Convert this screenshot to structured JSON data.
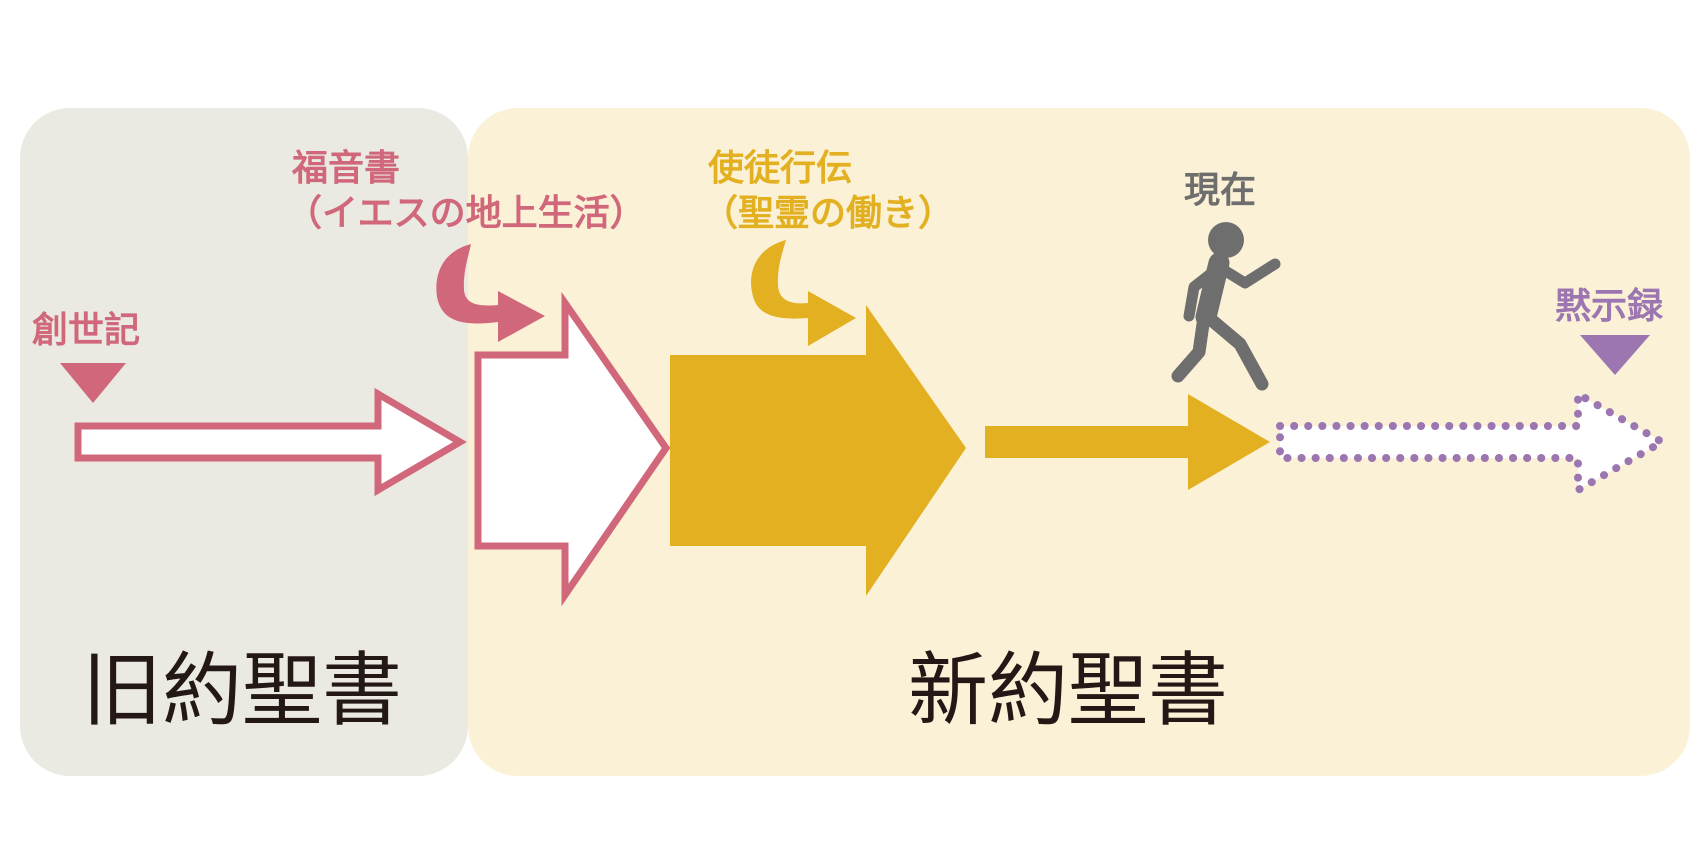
{
  "sections": {
    "old_testament": "旧約聖書",
    "new_testament": "新約聖書"
  },
  "labels": {
    "genesis": "創世記",
    "gospels_line1": "福音書",
    "gospels_line2": "（イエスの地上生活）",
    "acts_line1": "使徒行伝",
    "acts_line2": "（聖霊の働き）",
    "present": "現在",
    "revelation": "黙示録"
  },
  "icons": {
    "present_marker": "running-person-icon",
    "genesis_marker": "triangle-down-icon",
    "revelation_marker": "triangle-down-icon"
  },
  "colors": {
    "old_testament_bg": "#EAEAE3",
    "new_testament_bg": "#FBF1D6",
    "pink": "#D1677A",
    "gold": "#E3B022",
    "purple": "#9B76B1",
    "gray": "#6E6E6E",
    "dark_text": "#231815"
  }
}
